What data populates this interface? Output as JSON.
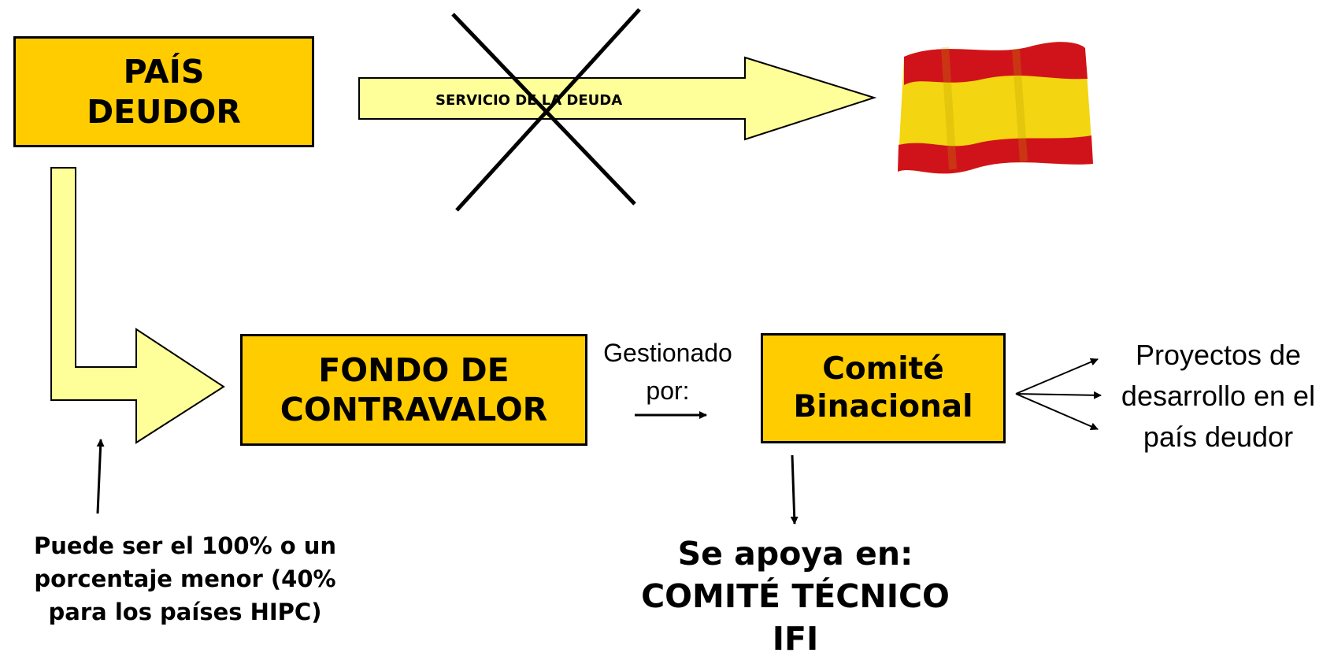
{
  "colors": {
    "box_fill": "#ffcc00",
    "arrow_fill": "#ffff99",
    "flag_red": "#d0131a",
    "flag_yellow": "#f3d511",
    "stroke": "#000000"
  },
  "pais_deudor": {
    "line1": "PAÍS",
    "line2": "DEUDOR"
  },
  "servicio_deuda": "SERVICIO DE LA DEUDA",
  "fondo": {
    "line1": "FONDO DE",
    "line2": "CONTRAVALOR"
  },
  "gestionado": {
    "line1": "Gestionado",
    "line2": "por:"
  },
  "comite": {
    "line1": "Comité",
    "line2": "Binacional"
  },
  "proyectos": {
    "line1": "Proyectos de",
    "line2": "desarrollo en el",
    "line3": "país deudor"
  },
  "porcentaje_note": {
    "line1": "Puede ser el 100% o un",
    "line2": "porcentaje menor (40%",
    "line3": "para los países HIPC)"
  },
  "apoyo": {
    "line1": "Se apoya en:",
    "line2": "COMITÉ TÉCNICO",
    "line3": "IFI"
  },
  "icons": {
    "cancel_mark": "x-cross-icon",
    "flag": "spain-flag-icon"
  }
}
